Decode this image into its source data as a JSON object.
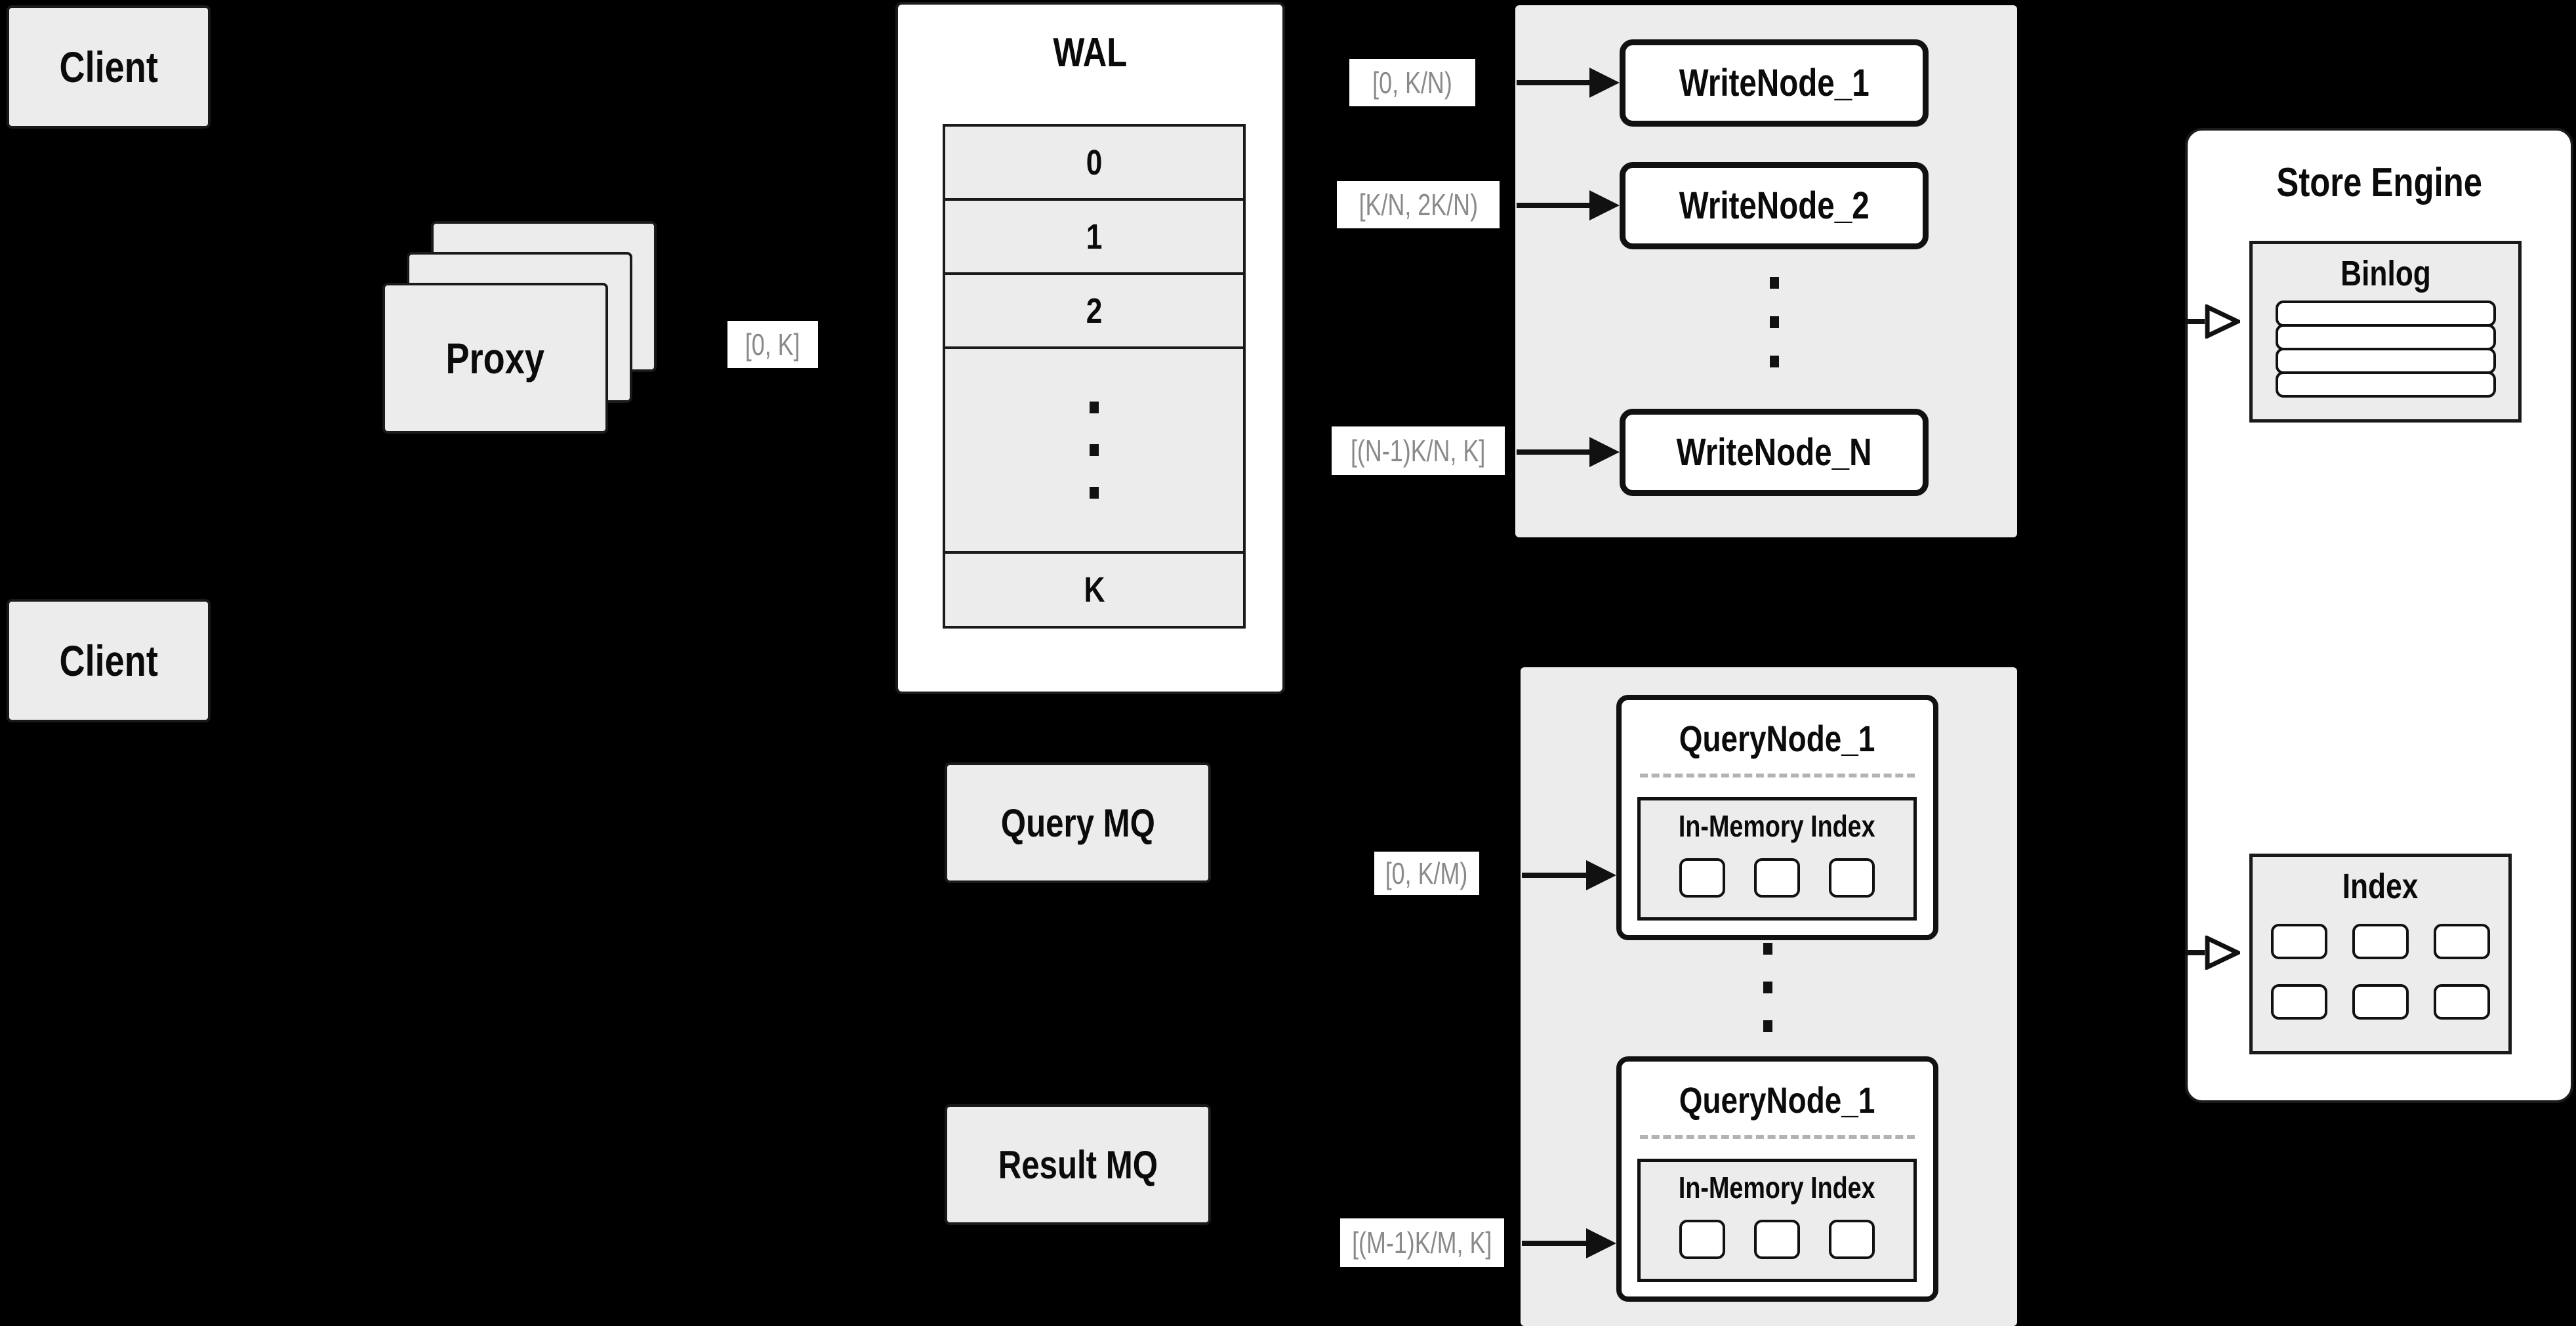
{
  "colors": {
    "background": "#000000",
    "panel_fill": "#ececec",
    "node_fill": "#ffffff",
    "border": "#1a1a1a",
    "range_label_text": "#8a8a8a",
    "dashed_divider": "#b3b3b3"
  },
  "clients": {
    "top": "Client",
    "bottom": "Client"
  },
  "proxy": {
    "label": "Proxy"
  },
  "wal": {
    "title": "WAL",
    "rows": [
      "0",
      "1",
      "2",
      "K"
    ]
  },
  "ranges": {
    "proxy_to_wal": "[0, K]",
    "write_1": "[0,  K/N)",
    "write_2": "[K/N, 2K/N)",
    "write_n": "[(N-1)K/N,  K]",
    "query_1": "[0, K/M)",
    "query_m": "[(M-1)K/M, K]"
  },
  "write_nodes": {
    "node1": "WriteNode_1",
    "node2": "WriteNode_2",
    "nodeN": "WriteNode_N"
  },
  "query_nodes": {
    "top": {
      "title": "QueryNode_1",
      "mem_title": "In-Memory Index"
    },
    "bottom": {
      "title": "QueryNode_1",
      "mem_title": "In-Memory Index"
    }
  },
  "mq": {
    "query": "Query MQ",
    "result": "Result MQ"
  },
  "store_engine": {
    "title": "Store Engine",
    "binlog_title": "Binlog",
    "index_title": "Index"
  }
}
